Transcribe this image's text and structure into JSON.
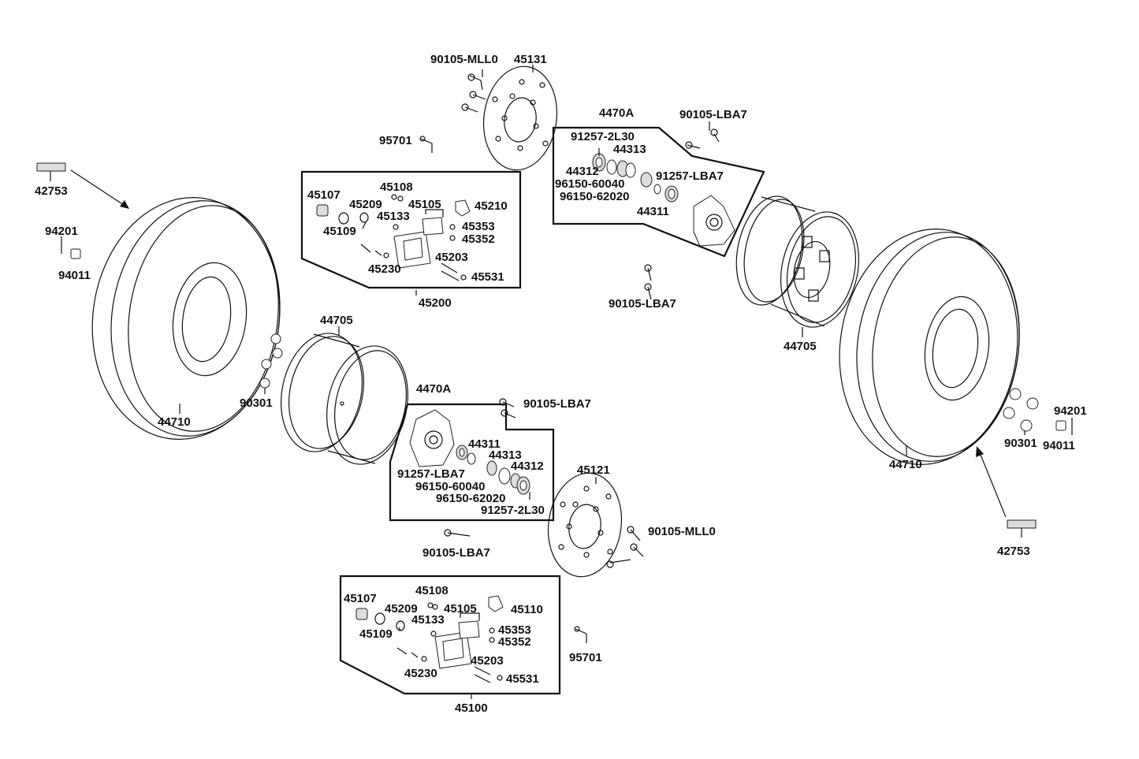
{
  "labels": {
    "p90105_mll0_top": "90105-MLL0",
    "p45131": "45131",
    "p95701_top": "95701",
    "p42753_left": "42753",
    "p94201_left": "94201",
    "p94011_left": "94011",
    "p45108_top": "45108",
    "p45107_top": "45107",
    "p45209_top": "45209",
    "p45105_top": "45105",
    "p45210": "45210",
    "p45133_top": "45133",
    "p45109_top": "45109",
    "p45353_top": "45353",
    "p45352_top": "45352",
    "p45203_top": "45203",
    "p45230_top": "45230",
    "p45531_top": "45531",
    "p45200": "45200",
    "p4470a_top": "4470A",
    "p90105_lba7_tr": "90105-LBA7",
    "p91257_2l30_top": "91257-2L30",
    "p44313_top": "44313",
    "p44312_top": "44312",
    "p96150_60040_top": "96150-60040",
    "p96150_62020_top": "96150-62020",
    "p91257_lba7_top": "91257-LBA7",
    "p44311_top": "44311",
    "p90105_lba7_mid": "90105-LBA7",
    "p44705_right": "44705",
    "p44705_left": "44705",
    "p44710_left": "44710",
    "p90301_left": "90301",
    "p4470a_bot": "4470A",
    "p90105_lba7_bot1": "90105-LBA7",
    "p44311_bot": "44311",
    "p44313_bot": "44313",
    "p44312_bot": "44312",
    "p91257_lba7_bot": "91257-LBA7",
    "p96150_60040_bot": "96150-60040",
    "p96150_62020_bot": "96150-62020",
    "p91257_2l30_bot": "91257-2L30",
    "p45121": "45121",
    "p90105_mll0_bot": "90105-MLL0",
    "p90105_lba7_bot2": "90105-LBA7",
    "p45108_bot": "45108",
    "p45107_bot": "45107",
    "p45209_bot": "45209",
    "p45105_bot": "45105",
    "p45110": "45110",
    "p45133_bot": "45133",
    "p45109_bot": "45109",
    "p45353_bot": "45353",
    "p45352_bot": "45352",
    "p45203_bot": "45203",
    "p45230_bot": "45230",
    "p45531_bot": "45531",
    "p45100": "45100",
    "p95701_bot": "95701",
    "p44710_right": "44710",
    "p90301_right": "90301",
    "p94201_right": "94201",
    "p94011_right": "94011",
    "p42753_right": "42753"
  }
}
